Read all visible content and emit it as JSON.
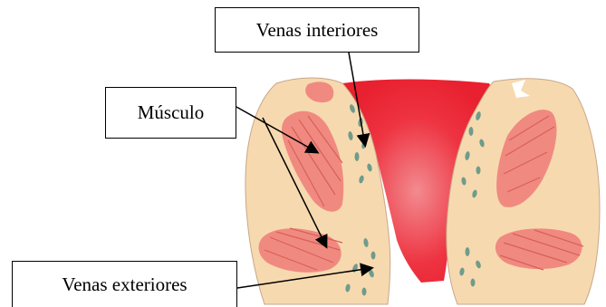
{
  "labels": {
    "venas_interiores": "Venas interiores",
    "musculo": "Músculo",
    "venas_exteriores": "Venas exteriores"
  },
  "colors": {
    "tissue": "#f7d9b0",
    "tissue_outline": "#c7a78a",
    "canal": "#ee3341",
    "muscle": "#f08a80",
    "muscle_stripe": "#d85f58",
    "vein": "#6f9c8a",
    "arrow": "#000000"
  }
}
